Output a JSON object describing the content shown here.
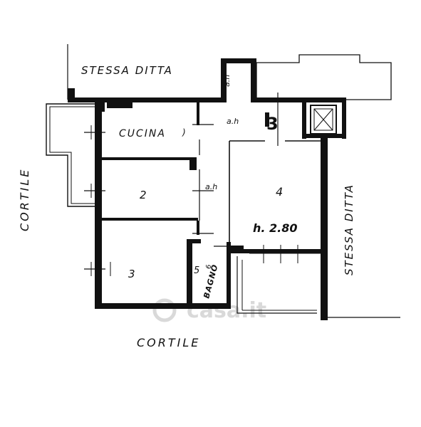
{
  "labels": {
    "stessa_ditta_top": "STESSA DITTA",
    "stessa_ditta_right": "STESSA DITTA",
    "cortile_left": "CORTILE",
    "cortile_bottom": "CORTILE",
    "cucina": "CUCINA",
    "cucina_mark": ")",
    "room_2": "2",
    "room_3": "3",
    "room_4": "4",
    "height": "h. 2.80",
    "bagno": "BAGNO",
    "bagno_n": "5",
    "bagno_n2": "6",
    "floor_number": "3",
    "ah_1": "a.h",
    "ah_2": "a.h",
    "ah_3": "a.h"
  },
  "watermark": "casa.it",
  "colors": {
    "ink": "#111111",
    "watermark": "#d9d9d9",
    "background": "#ffffff"
  }
}
